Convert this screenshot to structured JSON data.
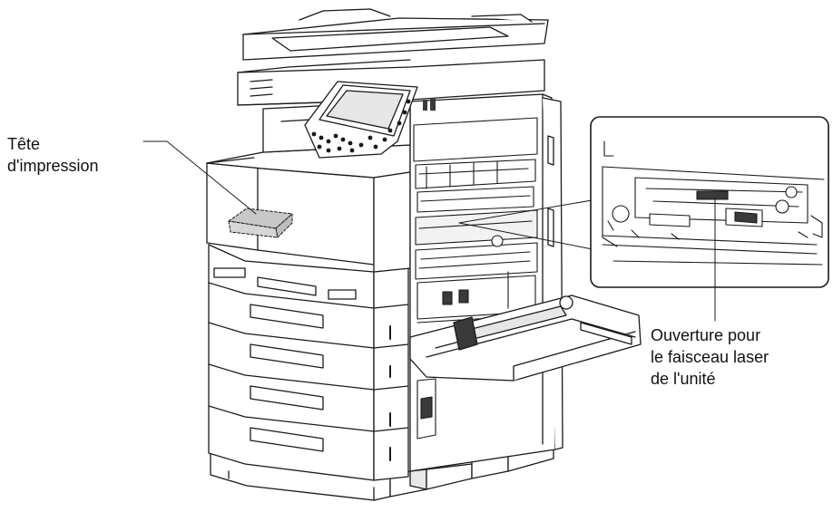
{
  "labels": {
    "print_head": [
      "Tête",
      "d'impression"
    ],
    "laser_opening": [
      "Ouverture pour",
      "le faisceau laser",
      "de l'unité"
    ]
  },
  "colors": {
    "line": "#1a1a1a",
    "fill": "#ffffff",
    "shade": "#c8c8c8",
    "dark": "#3a3a3a"
  }
}
